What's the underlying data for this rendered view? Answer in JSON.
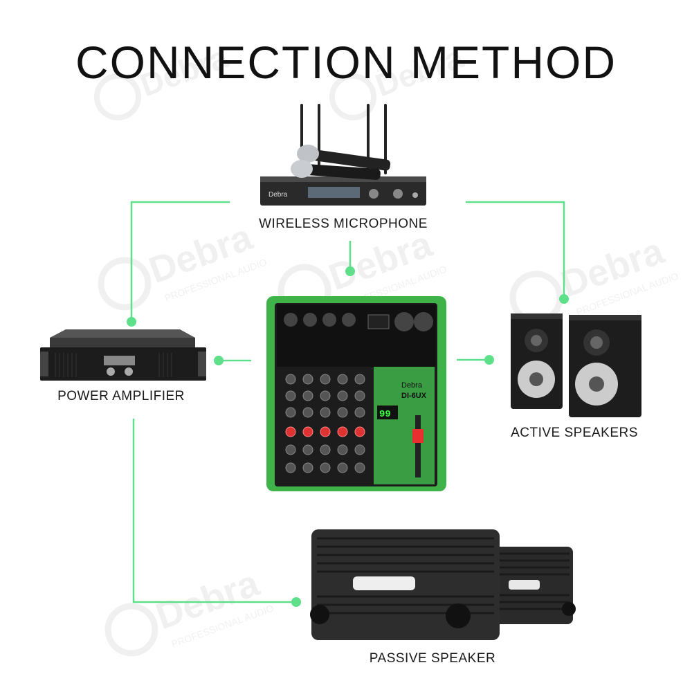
{
  "title": "CONNECTION METHOD",
  "nodes": {
    "wireless_microphone": {
      "label": "WIRELESS MICROPHONE"
    },
    "power_amplifier": {
      "label": "POWER AMPLIFIER"
    },
    "active_speakers": {
      "label": "ACTIVE SPEAKERS"
    },
    "passive_speaker": {
      "label": "PASSIVE SPEAKER"
    },
    "mixer": {
      "brand": "Debra",
      "model": "DI-6UX",
      "display": "99"
    }
  },
  "receiver": {
    "brand": "Debra"
  },
  "watermark": {
    "brand": "Debra",
    "tagline": "PROFESSIONAL AUDIO"
  },
  "colors": {
    "connector": "#5ee08a",
    "mixer_accent": "#3fb34a",
    "device_body": "#1c1c1c"
  },
  "edges": [
    {
      "from": "wireless_microphone",
      "to": "mixer"
    },
    {
      "from": "wireless_microphone",
      "to": "power_amplifier"
    },
    {
      "from": "wireless_microphone",
      "to": "active_speakers"
    },
    {
      "from": "mixer",
      "to": "power_amplifier"
    },
    {
      "from": "mixer",
      "to": "active_speakers"
    },
    {
      "from": "power_amplifier",
      "to": "passive_speaker"
    }
  ]
}
